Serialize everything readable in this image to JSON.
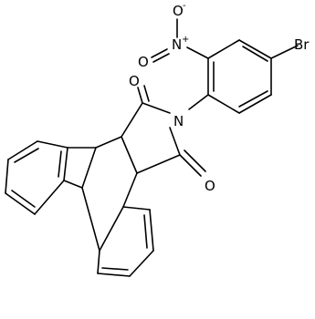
{
  "molecule": {
    "atoms": {
      "nitro_o_top": {
        "text": "O",
        "charge": "-"
      },
      "nitro_n": {
        "text": "N",
        "charge": "+"
      },
      "nitro_o_side": {
        "text": "O"
      },
      "bromine": {
        "text": "Br"
      },
      "imide_n": {
        "text": "N"
      },
      "carbonyl_o_upper": {
        "text": "O"
      },
      "carbonyl_o_lower": {
        "text": "O"
      }
    }
  }
}
